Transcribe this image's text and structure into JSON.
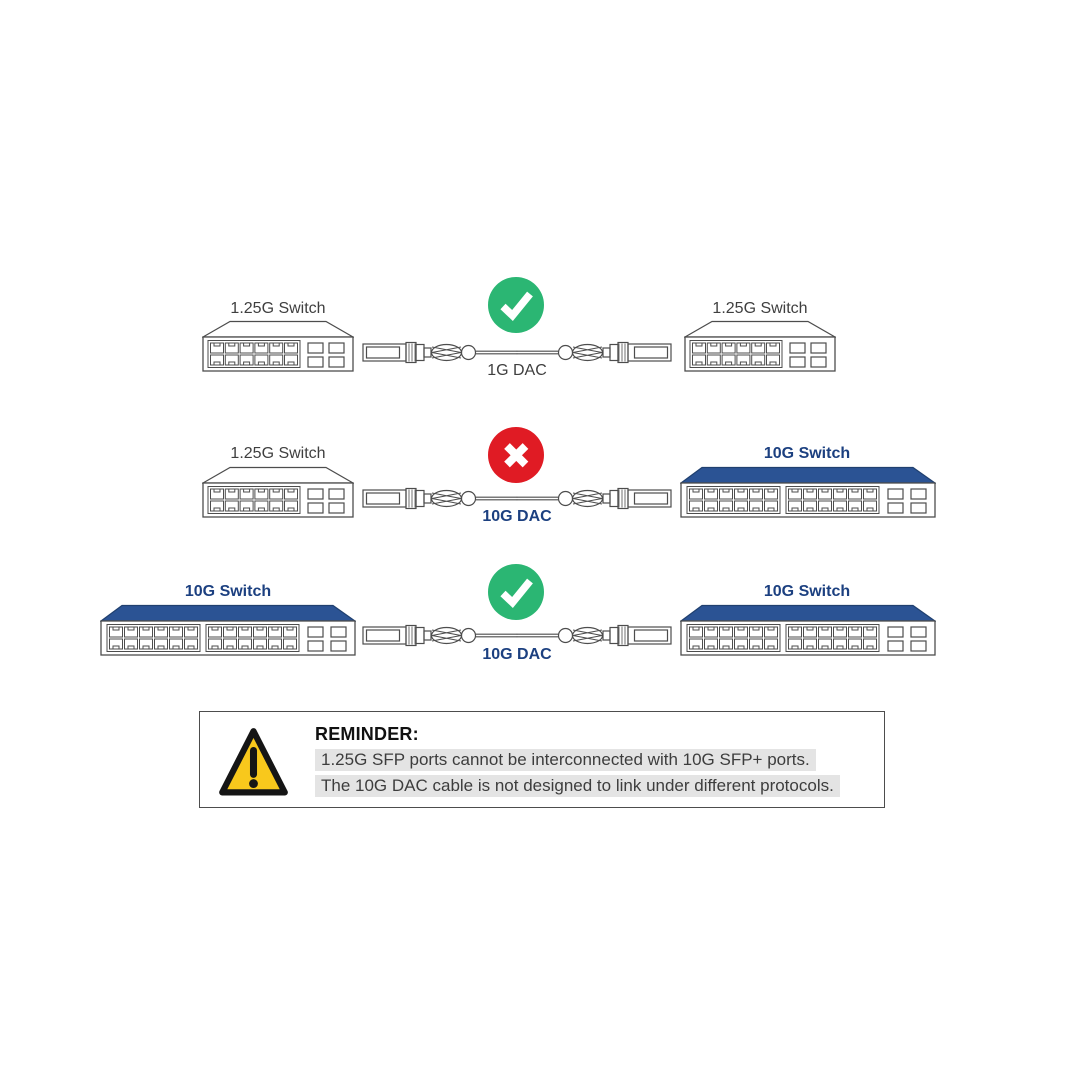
{
  "colors": {
    "line": "#4d4d4d",
    "label_gray": "#3f3f3f",
    "navy": "#1c4080",
    "roof_blue": "#2b5394",
    "roof_edge": "#20406f",
    "green": "#2bb673",
    "red": "#e01b24",
    "highlight_bg": "#e4e4e4",
    "highlight_text": "#3d3d3d",
    "warning_yellow": "#f8c81c"
  },
  "rows": [
    {
      "left_label": "1.25G Switch",
      "left_type": "small",
      "status": "ok",
      "cable_label": "1G DAC",
      "cable_bold": false,
      "right_label": "1.25G Switch",
      "right_type": "small"
    },
    {
      "left_label": "1.25G Switch",
      "left_type": "small",
      "status": "no",
      "cable_label": "10G DAC",
      "cable_bold": true,
      "right_label": "10G Switch",
      "right_type": "large"
    },
    {
      "left_label": "10G Switch",
      "left_type": "large",
      "status": "ok",
      "cable_label": "10G DAC",
      "cable_bold": true,
      "right_label": "10G Switch",
      "right_type": "large"
    }
  ],
  "reminder": {
    "title": "REMINDER:",
    "lines": [
      "1.25G SFP ports cannot be interconnected with 10G SFP+ ports.",
      "The 10G DAC cable is not designed to link under different protocols."
    ]
  }
}
